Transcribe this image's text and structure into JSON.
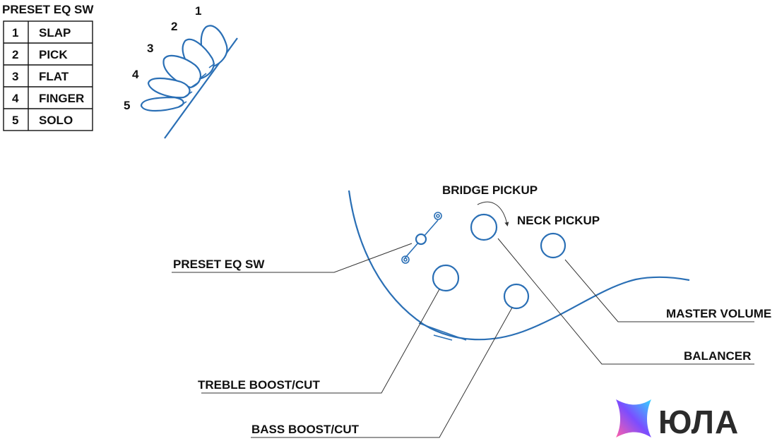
{
  "legend": {
    "title": "PRESET EQ SW",
    "rows": [
      {
        "num": "1",
        "label": "SLAP"
      },
      {
        "num": "2",
        "label": "PICK"
      },
      {
        "num": "3",
        "label": "FLAT"
      },
      {
        "num": "4",
        "label": "FINGER"
      },
      {
        "num": "5",
        "label": "SOLO"
      }
    ]
  },
  "switch_positions": [
    "1",
    "2",
    "3",
    "4",
    "5"
  ],
  "callouts": {
    "bridge_pickup": "BRIDGE PICKUP",
    "neck_pickup": "NECK PICKUP",
    "preset_eq_sw": "PRESET EQ SW",
    "master_volume": "MASTER VOLUME",
    "balancer": "BALANCER",
    "treble": "TREBLE BOOST/CUT",
    "bass": "BASS BOOST/CUT"
  },
  "logo": {
    "text": "ЮЛА",
    "colors": [
      "#ff5fa8",
      "#7b4dff",
      "#34d3ff"
    ]
  }
}
